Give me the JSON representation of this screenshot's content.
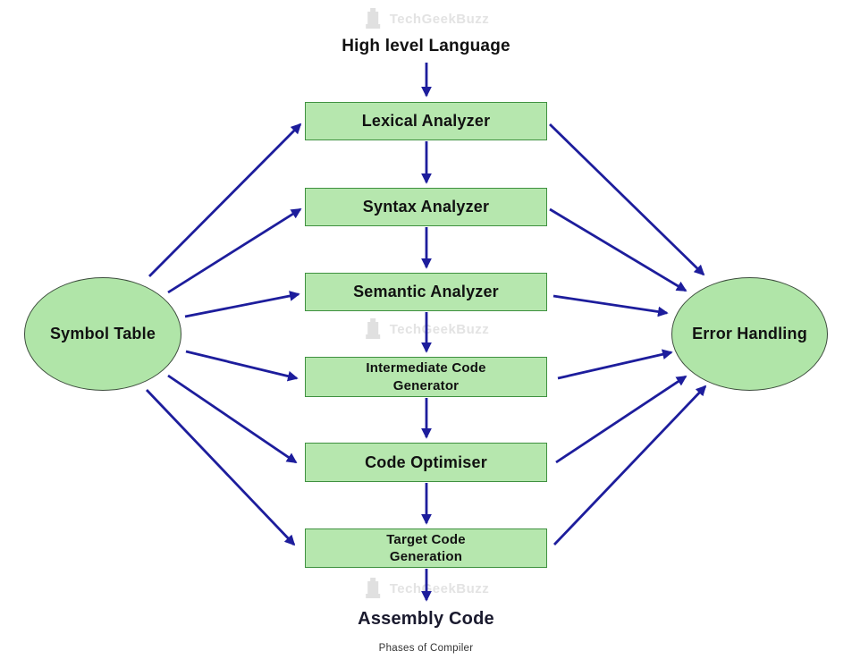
{
  "title": "High level Language",
  "watermark": {
    "text": "TechGeekBuzz"
  },
  "phases": [
    {
      "label": "Lexical Analyzer"
    },
    {
      "label": "Syntax Analyzer"
    },
    {
      "label": "Semantic Analyzer"
    },
    {
      "label": "Intermediate Code\nGenerator"
    },
    {
      "label": "Code Optimiser"
    },
    {
      "label": "Target Code\nGeneration"
    }
  ],
  "side_nodes": {
    "left": {
      "label": "Symbol Table"
    },
    "right": {
      "label": "Error Handling"
    }
  },
  "footer": {
    "result_label": "Assembly Code",
    "caption": "Phases of Compiler"
  },
  "colors": {
    "box_fill": "#b6e7ae",
    "box_border": "#3f9140",
    "ellipse_fill": "#b0e5a8",
    "ellipse_border": "#3d4d3d",
    "arrow": "#1d1d9c",
    "text": "#111111",
    "watermark": "#e3e3e3"
  }
}
